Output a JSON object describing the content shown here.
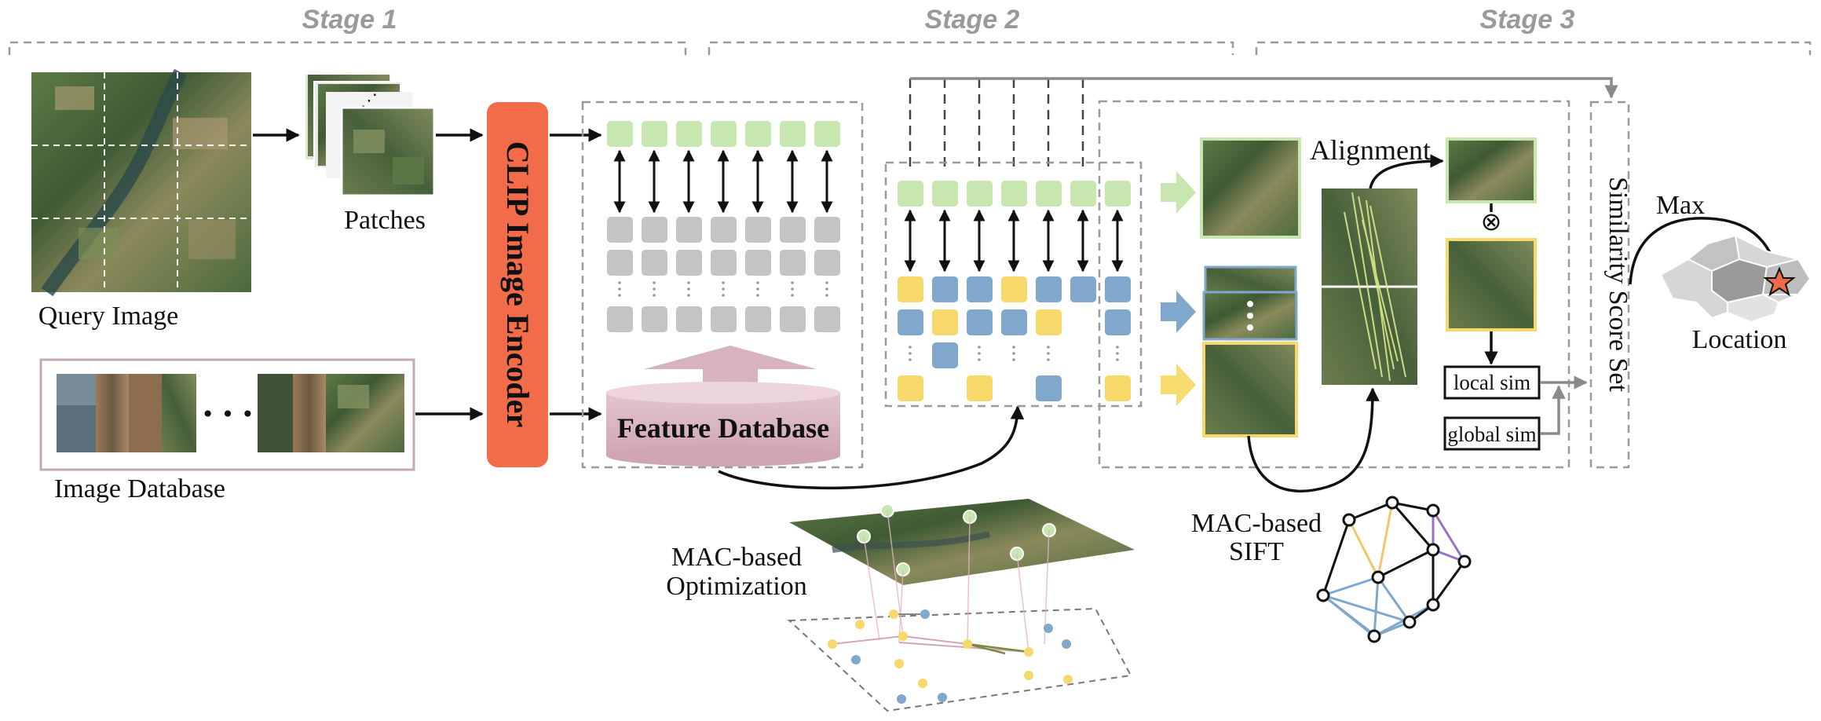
{
  "stages": {
    "stage1": "Stage 1",
    "stage2": "Stage 2",
    "stage3": "Stage 3"
  },
  "stage1": {
    "query_image_label": "Query Image",
    "patches_label": "Patches",
    "image_database_label": "Image Database",
    "ellipsis": "• • •"
  },
  "encoder": {
    "label": "CLIP Image Encoder",
    "color": "#f26c4a"
  },
  "feature_db": {
    "label": "Feature Database"
  },
  "stage2": {
    "optimization_label_line1": "MAC-based",
    "optimization_label_line2": "Optimization"
  },
  "stage3": {
    "alignment_label": "Alignment",
    "sift_label_line1": "MAC-based",
    "sift_label_line2": "SIFT",
    "local_sim_label": "local sim",
    "global_sim_label": "global sim",
    "multiply_symbol": "⊗",
    "score_set_label": "Similarity Score Set",
    "max_label": "Max",
    "location_label": "Location"
  },
  "colors": {
    "green_token": "#c8e6b0",
    "gray_token": "#c4c4c4",
    "blue_token": "#7fa8cc",
    "yellow_token": "#f7d86a",
    "pink_db": "#d7b3bd",
    "arrow_green": "#c9e5b0",
    "arrow_blue": "#7fa8cc",
    "arrow_yellow": "#f7dc70"
  }
}
